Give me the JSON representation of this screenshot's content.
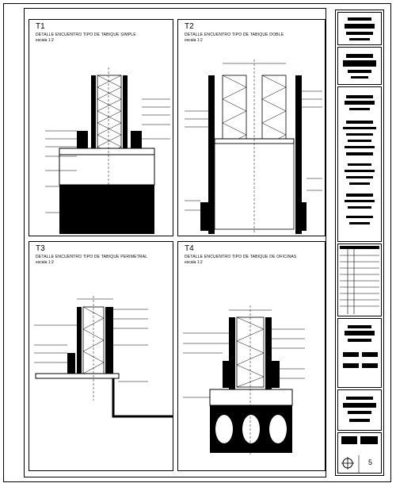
{
  "panels": [
    {
      "code": "T1",
      "title": "DETALLE ENCUENTRO TIPO DE TABIQUE SIMPLE",
      "scale": "escala 1:2"
    },
    {
      "code": "T2",
      "title": "DETALLE ENCUENTRO TIPO DE TABIQUE DOBLE",
      "scale": "escala 1:2"
    },
    {
      "code": "T3",
      "title": "DETALLE ENCUENTRO TIPO DE TABIQUE PERIMETRAL",
      "scale": "escala 1:2"
    },
    {
      "code": "T4",
      "title": "DETALLE ENCUENTRO TIPO DE TABIQUE DE OFICINAS",
      "scale": "escala 1:2"
    }
  ],
  "titleblock": {
    "sheet_number": "5"
  },
  "colors": {
    "ink": "#000000",
    "paper": "#ffffff"
  }
}
